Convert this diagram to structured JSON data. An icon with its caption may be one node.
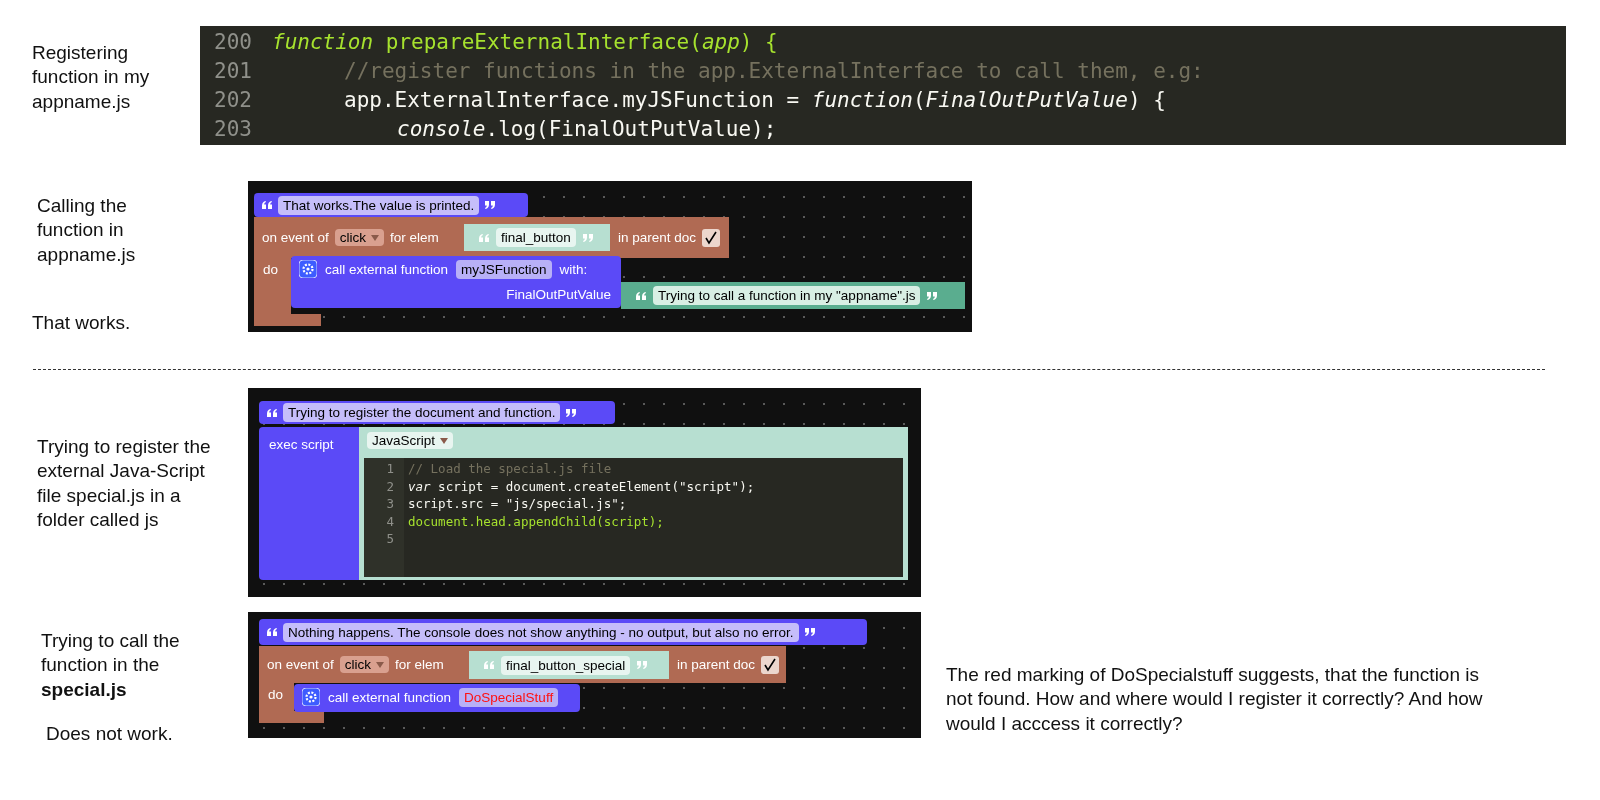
{
  "diagram": {
    "nodes": [
      {
        "text": [
          "200",
          "*function* prepareExternalInterface(*app*) {",
          "201",
          "//register functions in the app.ExternalInterface to call them, e.g:",
          "202",
          "app.ExternalInterface.myJSFunction = *function*(*FinalOutPutValue*) {",
          "203",
          "*console*.log(FinalOutPutValue);"
        ]
      },
      {
        "text": [
          "That works.The value is printed."
        ]
      },
      {
        "text": [
          "on event of",
          "click",
          "for elem",
          "in parent doc",
          "do"
        ]
      },
      {
        "text": [
          "final_button"
        ],
        "in": 2
      },
      {
        "text": [
          "call external function",
          "myJSFunction",
          "with:",
          "FinalOutPutValue"
        ],
        "in": 2
      },
      {
        "text": [
          "Trying to call a function in my \"appname\".js"
        ]
      },
      {
        "text": [
          "Trying to register the document and function."
        ]
      },
      {
        "text": [
          "exec script"
        ]
      },
      {
        "text": [
          "JavaScript",
          "1",
          "// Load the special.js file",
          "2",
          "*var* script = document.createElement(\"script\");",
          "3",
          "script.src = \"js/special.js\";",
          "4",
          "document.head.appendChild(script);",
          "5"
        ]
      },
      {
        "text": [
          "Nothing happens. The console does not show anything - no output, but also no error."
        ]
      },
      {
        "text": [
          "on event of",
          "click",
          "for elem",
          "in parent doc",
          "do"
        ]
      },
      {
        "text": [
          "final_button_special"
        ],
        "in": 10
      },
      {
        "text": [
          "call external function",
          "DoSpecialStuff"
        ],
        "in": 10
      }
    ],
    "labels": [
      "Registering function in my appname.js",
      "Calling the function in appname.js",
      "That works.",
      "Trying to register the external Java-Script file special.js in a folder called js",
      "Trying to call the function in the **special.js**",
      "Does not work.",
      "The red marking of DoSpecialstuff suggests, that the function is not found. How and where would I register it correctly? And how would I acccess it correctly?"
    ]
  }
}
